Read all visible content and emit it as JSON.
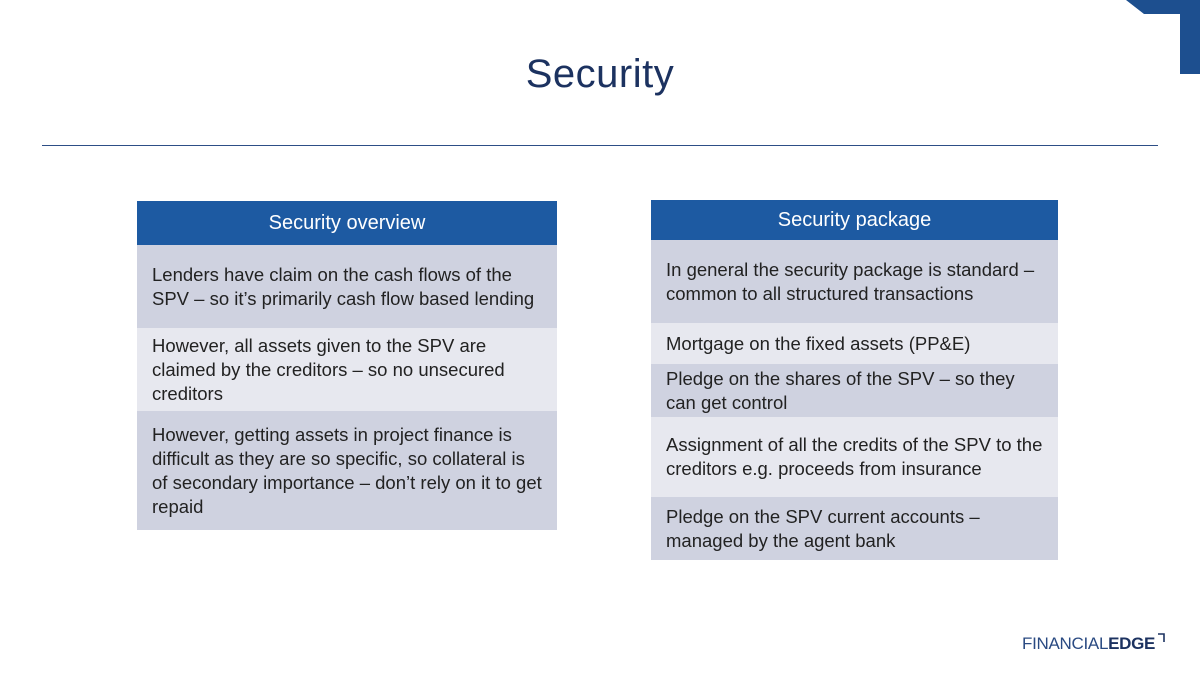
{
  "slide": {
    "title": "Security"
  },
  "left_panel": {
    "header": "Security overview",
    "rows": [
      "Lenders have claim on the cash flows of the SPV – so it’s primarily cash flow based lending",
      "However, all assets given to the SPV are claimed by the creditors – so no unsecured creditors",
      "However, getting assets in project finance is difficult as they are so specific, so collateral is of secondary importance – don’t rely on it to get repaid"
    ]
  },
  "right_panel": {
    "header": "Security package",
    "rows": [
      "In general the security package is standard – common to all structured transactions",
      "Mortgage on the fixed assets (PP&E)",
      "Pledge on the shares of the SPV – so they can get control",
      "Assignment of all the credits of the SPV to the creditors e.g. proceeds from insurance",
      "Pledge on the SPV current accounts – managed by the agent bank"
    ]
  },
  "logo": {
    "part1": "FINANCIAL",
    "part2": "EDGE"
  },
  "colors": {
    "header_bg": "#1d5aa2",
    "row_dark": "#cfd2e0",
    "row_light": "#e7e8ef",
    "title": "#1c3260"
  }
}
